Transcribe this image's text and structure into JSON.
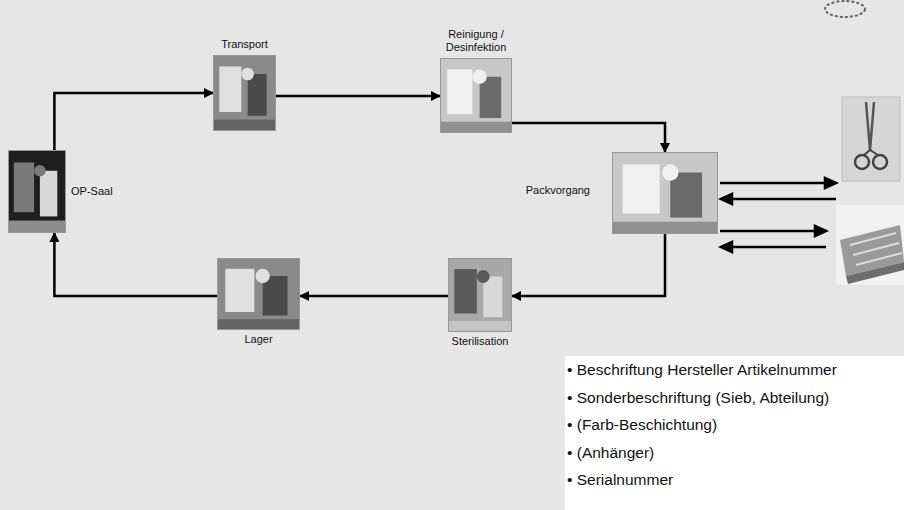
{
  "diagram": {
    "nodes": [
      {
        "text": [
          "OP-Saal"
        ]
      },
      {
        "text": [
          "Transport"
        ]
      },
      {
        "text": [
          "Reinigung / Desinfektion"
        ]
      },
      {
        "text": [
          "Packvorgang"
        ]
      },
      {
        "text": [
          "Sterilisation"
        ]
      },
      {
        "text": [
          "Lager"
        ]
      }
    ],
    "edges": [
      {
        "from": 0,
        "to": 1,
        "arrow": "to"
      },
      {
        "from": 1,
        "to": 2,
        "arrow": "to"
      },
      {
        "from": 2,
        "to": 3,
        "arrow": "to"
      },
      {
        "from": 3,
        "to": 4,
        "arrow": "to"
      },
      {
        "from": 4,
        "to": 5,
        "arrow": "to"
      },
      {
        "from": 5,
        "to": 0,
        "arrow": "to"
      }
    ],
    "labels": [
      "• Beschriftung Hersteller Artikelnummer",
      "• Sonderbeschriftung (Sieb, Abteilung)",
      "• (Farb-Beschichtung)",
      "• (Anhänger)",
      "• Serialnummer"
    ]
  }
}
